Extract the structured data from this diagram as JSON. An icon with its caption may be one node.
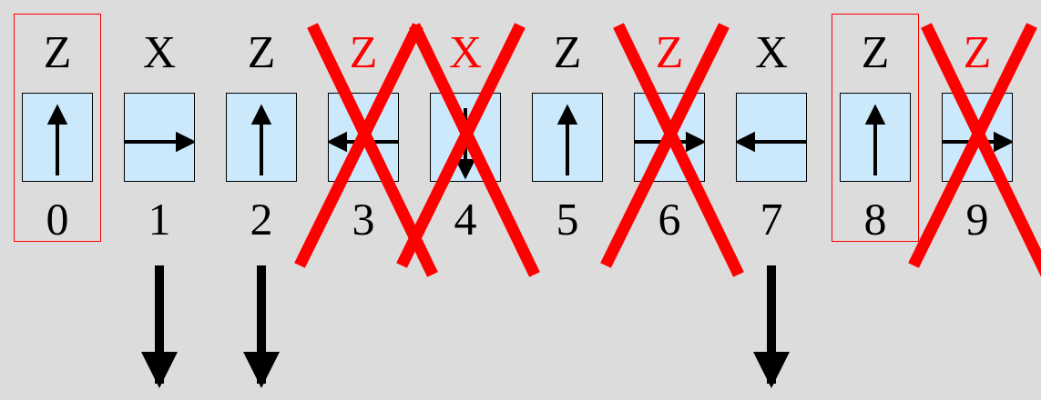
{
  "diagram": {
    "nodes": [
      {
        "text": [
          "Z",
          "0"
        ]
      },
      {
        "text": [
          "X",
          "1"
        ]
      },
      {
        "text": [
          "Z",
          "2"
        ]
      },
      {
        "text": [
          "Z",
          "3"
        ]
      },
      {
        "text": [
          "X",
          "4"
        ]
      },
      {
        "text": [
          "Z",
          "5"
        ]
      },
      {
        "text": [
          "Z",
          "6"
        ]
      },
      {
        "text": [
          "X",
          "7"
        ]
      },
      {
        "text": [
          "Z",
          "8"
        ]
      },
      {
        "text": [
          "Z",
          "9"
        ]
      }
    ],
    "edges": [
      {
        "from": 1,
        "to": null,
        "arrow": "to"
      },
      {
        "from": 2,
        "to": null,
        "arrow": "to"
      },
      {
        "from": 7,
        "to": null,
        "arrow": "to"
      }
    ]
  }
}
